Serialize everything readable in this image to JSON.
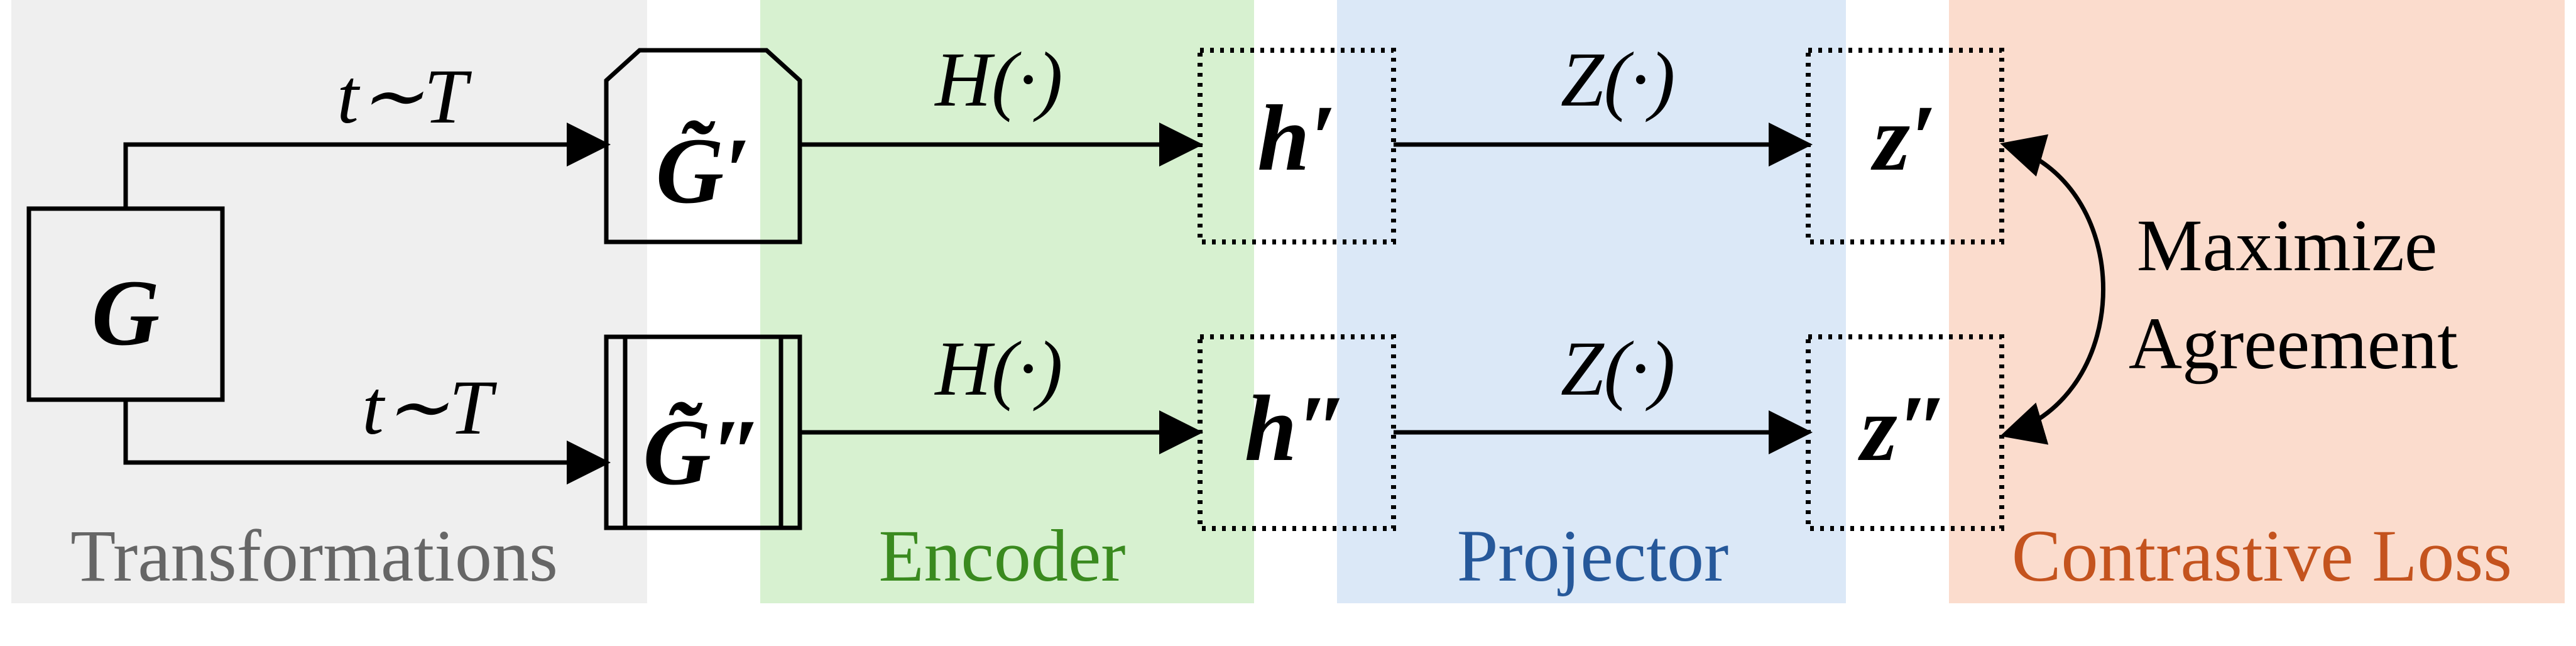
{
  "stages": {
    "transformations": {
      "label": "Transformations",
      "color": "#666666",
      "bg": "#efefef"
    },
    "encoder": {
      "label": "Encoder",
      "color": "#3a8a1f",
      "bg": "#d7f1d0"
    },
    "projector": {
      "label": "Projector",
      "color": "#26589a",
      "bg": "#dbe8f7"
    },
    "contrastive_loss": {
      "label": "Contrastive Loss",
      "color": "#c4531e",
      "bg": "#fbdccd"
    }
  },
  "nodes": {
    "graph": "G",
    "graph_aug_1": "G̃′",
    "graph_aug_2": "G̃″",
    "h1": "h′",
    "h2": "h″",
    "z1": "z′",
    "z2": "z″"
  },
  "edges": {
    "aug_top": "t∼T",
    "aug_bottom": "t∼T",
    "encoder_top": "H(·)",
    "encoder_bottom": "H(·)",
    "projector_top": "Z(·)",
    "projector_bottom": "Z(·)"
  },
  "objective": {
    "line1": "Maximize",
    "line2": "Agreement"
  }
}
